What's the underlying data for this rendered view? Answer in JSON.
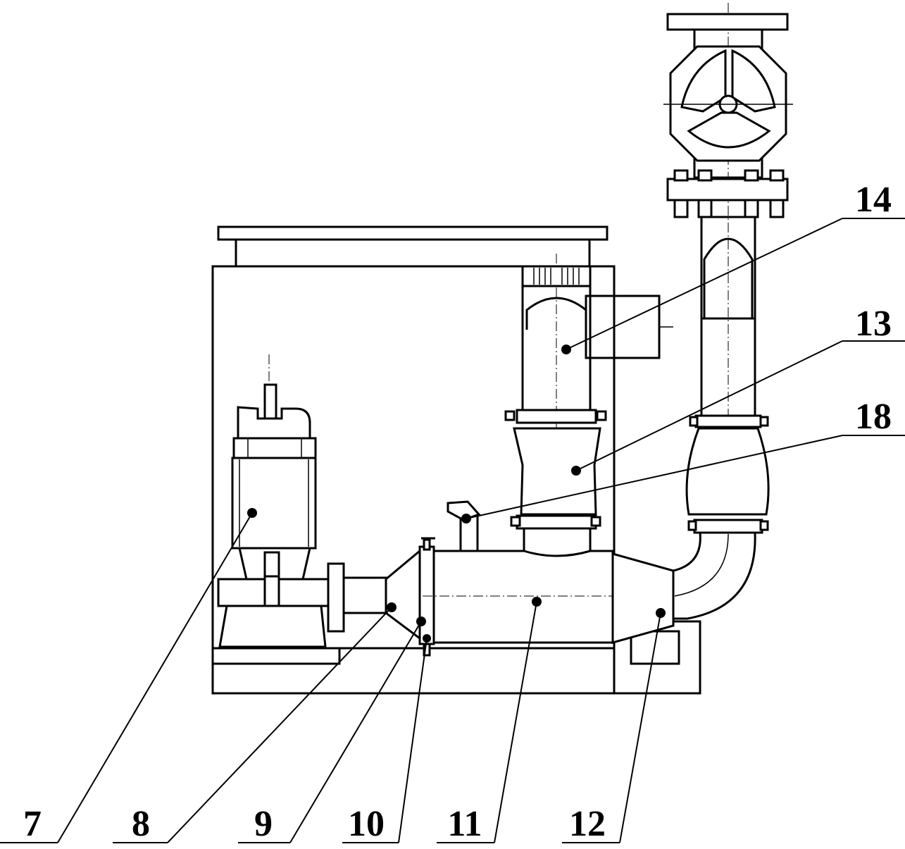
{
  "labels": {
    "l7": "7",
    "l8": "8",
    "l9": "9",
    "l10": "10",
    "l11": "11",
    "l12": "12",
    "l13": "13",
    "l14": "14",
    "l18": "18"
  }
}
